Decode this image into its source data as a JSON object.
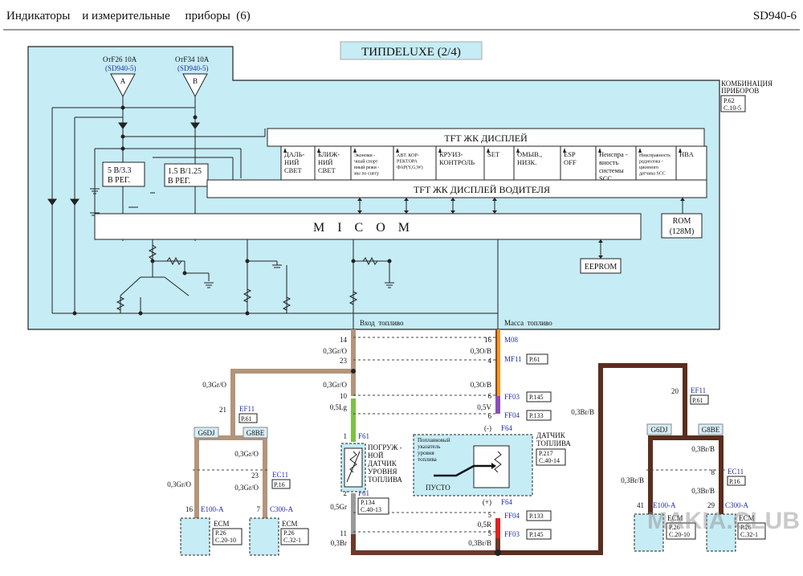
{
  "header": {
    "title": "Индикаторы    и измерительные     приборы  (6)",
    "code": "SD940-6"
  },
  "diagram": {
    "panel_title": "ТИПDELUXE (2/4)",
    "cluster_label_line1": "КОМБИНАЦИЯ",
    "cluster_label_line2": "ПРИБОРОВ",
    "cluster_ref": [
      "P.62",
      "C.10-5"
    ],
    "fuse_a": {
      "label": "ОтF26 10A",
      "ref": "(SD940-5)",
      "pin": "A"
    },
    "fuse_b": {
      "label": "ОтF34 10A",
      "ref": "(SD940-5)",
      "pin": "B"
    },
    "reg5": [
      "5 В/3.3",
      "В РЕГ."
    ],
    "reg15": [
      "1.5 В/1.25",
      "В РЕГ."
    ],
    "tft_display": "TFT ЖК ДИСПЛЕЙ",
    "tft_driver_display": "TFT ЖК ДИСПЛЕЙ ВОДИТЕЛЯ",
    "micom": "M    I    C    O    M",
    "rom": [
      "ROM",
      "(128M)"
    ],
    "eeprom": "EEPROM",
    "indicators": [
      {
        "lines": [
          "ДАЛЬ-",
          "НИЙ",
          "СВЕТ"
        ],
        "small": false
      },
      {
        "lines": [
          "БЛИЖ-",
          "НИЙ",
          "СВЕТ"
        ],
        "small": false
      },
      {
        "lines": [
          "Экономи -",
          "чный спорт",
          "вный режи -",
          "мы по снегу"
        ],
        "small": true
      },
      {
        "lines": [
          "АВТ. КОР-",
          "РЕКТОРА",
          "ФАР(Y,G,W)"
        ],
        "small": true
      },
      {
        "lines": [
          "КРУИЗ-",
          "КОНТРОЛЬ"
        ],
        "small": false
      },
      {
        "lines": [
          "SET"
        ],
        "small": false
      },
      {
        "lines": [
          "ОМЫВ.,",
          "НИЗК."
        ],
        "small": false
      },
      {
        "lines": [
          "ESP",
          "OFF"
        ],
        "small": false
      },
      {
        "lines": [
          "Неиспра -",
          "вность",
          "системы",
          "SCC"
        ],
        "small": false
      },
      {
        "lines": [
          "Неисправность",
          "радиолока -",
          "ционного",
          "датчика SCC"
        ],
        "small": true
      },
      {
        "lines": [
          "HBA"
        ],
        "small": false
      }
    ],
    "fuel_in_label": "Вход  топливо",
    "fuel_gnd_label": "Масса  топливо",
    "left_chain": {
      "pin14": "14",
      "wire1": "0,3Gr/O",
      "pin23": "23",
      "wire2": "0,3Gr/O",
      "pin10": "10",
      "wire3": "0,5Lg",
      "pin1": "1",
      "f61a": "F61",
      "sensor": [
        "ПОГРУЖ -",
        "НОЙ",
        "ДАТЧИК",
        "УРОВНЯ",
        "ТОПЛИВА"
      ],
      "pin2": "2",
      "f61b": "F61",
      "f61_ref": [
        "P.134",
        "C.40-13"
      ],
      "wire4": "0,5Gr",
      "pin11": "11",
      "wire5": "0,3Br"
    },
    "right_chain": {
      "pin16": "16",
      "m08": "M08",
      "wire1": "0,3O/B",
      "pin4": "4",
      "mf11": "MF11",
      "mf11_ref": "P.61",
      "wire2": "0,3O/B",
      "pin6a": "6",
      "ff03a": "FF03",
      "ff03a_ref": "P.145",
      "wire3": "0,5V",
      "pin6b": "6",
      "ff04a": "FF04",
      "ff04a_ref": "P.133",
      "minus": "(-)",
      "f64a": "F64",
      "sensor_label": [
        "ДАТЧИК",
        "ТОПЛИВА"
      ],
      "sensor_ref": [
        "P.217",
        "C.40-14"
      ],
      "gauge_title": [
        "Поплавковый",
        "указатель",
        "уровня",
        "топлива"
      ],
      "empty": "ПУСТО",
      "plus": "(+)",
      "f64b": "F64",
      "pin5a": "5",
      "ff04b": "FF04",
      "ff04b_ref": "P.133",
      "wire4": "0,5R",
      "pin5b": "5",
      "ff03b": "FF03",
      "ff03b_ref": "P.145",
      "wire5": "0,3Br/B"
    },
    "left_bottom": {
      "wire_top": "0,3Gr/O",
      "pin21": "21",
      "ef11": "EF11",
      "ef11_ref": "P.61",
      "g6dj": "G6DJ",
      "g8be": "G8BE",
      "wire_l": "0,3Gr/O",
      "wire_r1": "0,3Gr/O",
      "pin23": "23",
      "ec11": "EC11",
      "ec11_ref": "P.16",
      "wire_r2": "0,3Gr/O",
      "pin16": "16",
      "conn1": "E100-A",
      "pin7": "7",
      "conn2": "C300-A",
      "ecm1": {
        "name": "ECM",
        "ref": [
          "P.26",
          "C.20-10"
        ]
      },
      "ecm2": {
        "name": "ECM",
        "ref": [
          "P.26",
          "C.32-1"
        ]
      }
    },
    "right_bottom": {
      "wire_top": "0,3Br/B",
      "pin20": "20",
      "ef11": "EF11",
      "ef11_ref": "P.61",
      "g6dj": "G6DJ",
      "g8be": "G8BE",
      "wire_l": "0,3Br/B",
      "wire_r1": "0,3Br/B",
      "pin8": "8",
      "ec11": "EC11",
      "ec11_ref": "P.16",
      "wire_r2": "0,3Br/B",
      "pin41": "41",
      "conn1": "E100-A",
      "pin29": "29",
      "conn2": "C300-A",
      "ecm1": {
        "name": "ECM",
        "ref": [
          "P.26",
          "C.20-10"
        ]
      },
      "ecm2": {
        "name": "ECM",
        "ref": [
          "P.26",
          "C.32-1"
        ]
      }
    },
    "watermark": "MAKIA.CLUB",
    "colors": {
      "panel": "#c6ecf5",
      "gray_orange": "#b3957a",
      "light_green": "#7cc242",
      "gray": "#9a9a9a",
      "brown": "#6b3a2a",
      "dark_brown": "#5a2e1e",
      "orange": "#f7941d",
      "violet": "#8a4fb5",
      "red": "#e0231f",
      "connector_blue": "#d7eef6",
      "ref_blue": "#1f2fa8"
    }
  }
}
